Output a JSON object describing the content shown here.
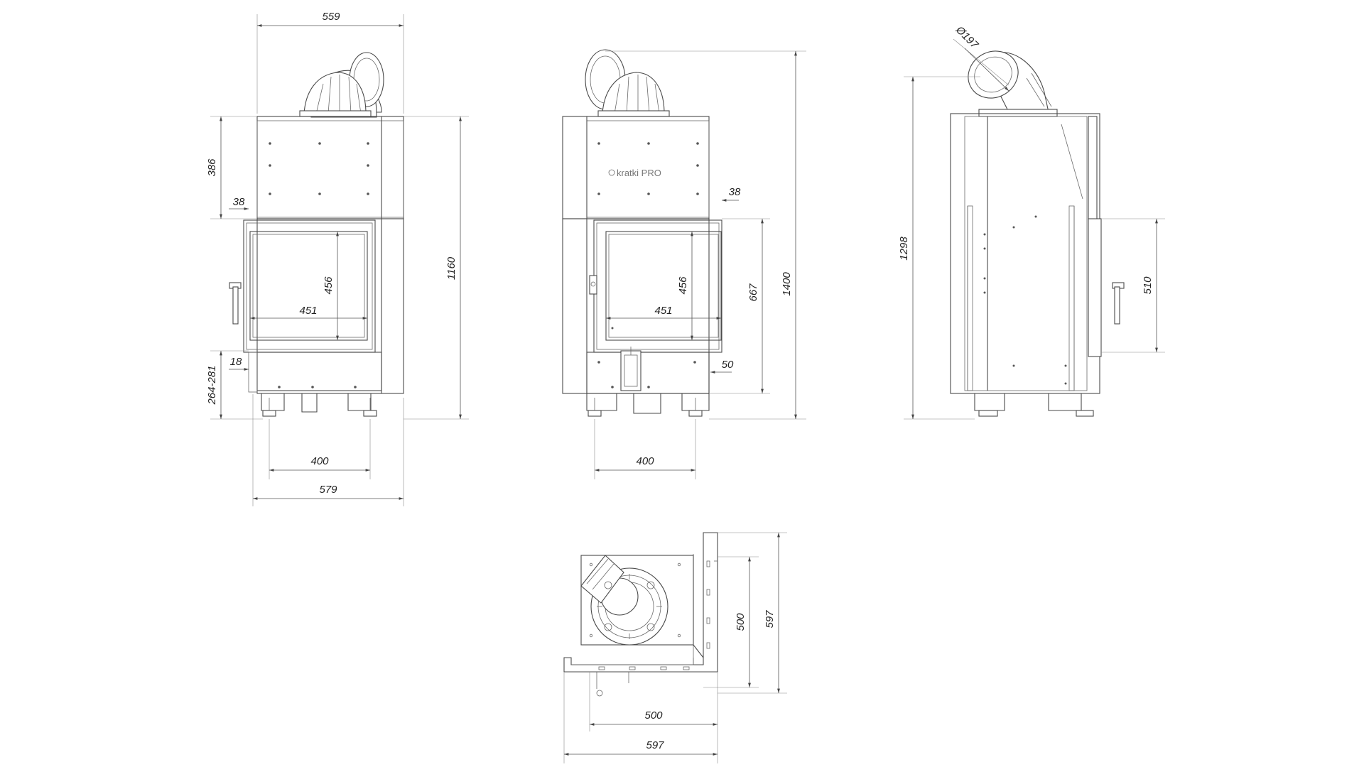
{
  "brand_logo_text": "kratki PRO",
  "dimensions": {
    "front_top_width": "559",
    "front_top_height": "386",
    "front_left_inset": "38",
    "front_glass_height": "456",
    "front_glass_width": "451",
    "front_total_height": "1160",
    "front_foot_inset": "18",
    "front_leg_height": "264-281",
    "front_feet_span": "400",
    "front_bottom_width": "579",
    "right_side_inset": "38",
    "right_glass_height": "456",
    "right_glass_width": "451",
    "right_door_height": "667",
    "right_total_height": "1400",
    "right_foot_inset": "50",
    "right_feet_span": "400",
    "side_pipe_diameter": "Ø197",
    "side_total_height": "1298",
    "side_door_height": "510",
    "top_inner_depth": "500",
    "top_total_depth": "597",
    "top_inner_width": "500",
    "top_total_width": "597"
  }
}
